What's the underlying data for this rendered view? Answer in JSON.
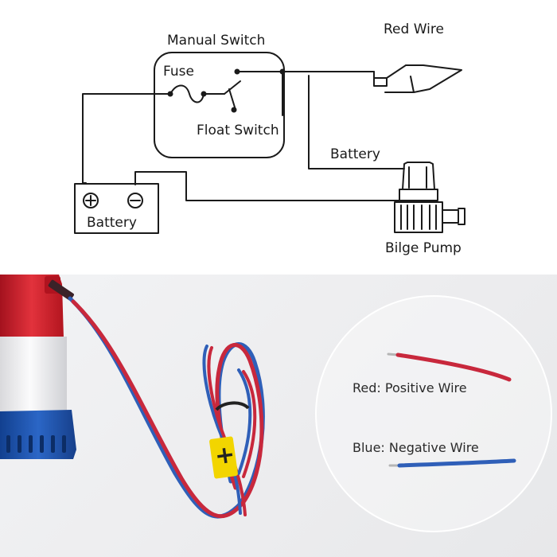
{
  "diagram": {
    "labels": {
      "manual_switch": "Manual Switch",
      "fuse": "Fuse",
      "float_switch": "Float Switch",
      "red_wire": "Red Wire",
      "battery_wire": "Battery",
      "battery": "Battery",
      "bilge_pump": "Bilge Pump"
    },
    "symbols": {
      "positive": "+",
      "negative": "−"
    }
  },
  "photo": {
    "labels": {
      "red_wire": "Red: Positive Wire",
      "blue_wire": "Blue: Negative Wire"
    },
    "tag_text": "+",
    "colors": {
      "red_wire": "#c8283c",
      "blue_wire": "#2f5fb8",
      "pump_red": "#d4202e",
      "pump_blue": "#1f55b5",
      "tag_yellow": "#f2d500"
    }
  }
}
